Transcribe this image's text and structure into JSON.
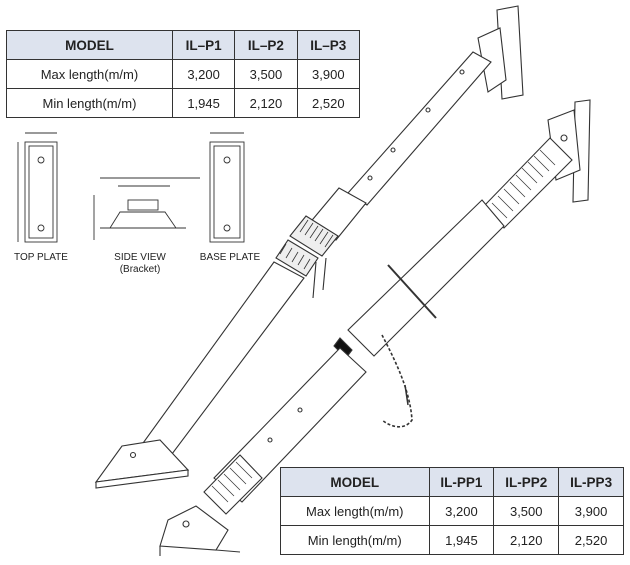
{
  "table_p": {
    "header": [
      "MODEL",
      "IL–P1",
      "IL–P2",
      "IL–P3"
    ],
    "rows": [
      [
        "Max length(m/m)",
        "3,200",
        "3,500",
        "3,900"
      ],
      [
        "Min length(m/m)",
        "1,945",
        "2,120",
        "2,520"
      ]
    ]
  },
  "table_pp": {
    "header": [
      "MODEL",
      "IL-PP1",
      "IL-PP2",
      "IL-PP3"
    ],
    "rows": [
      [
        "Max length(m/m)",
        "3,200",
        "3,500",
        "3,900"
      ],
      [
        "Min length(m/m)",
        "1,945",
        "2,120",
        "2,520"
      ]
    ]
  },
  "detail_labels": {
    "top_plate": "TOP PLATE",
    "side_view": "SIDE VIEW",
    "side_view_sub": "(Bracket)",
    "base_plate": "BASE PLATE"
  },
  "colors": {
    "header_fill": "#dde3ee",
    "line": "#333333"
  }
}
